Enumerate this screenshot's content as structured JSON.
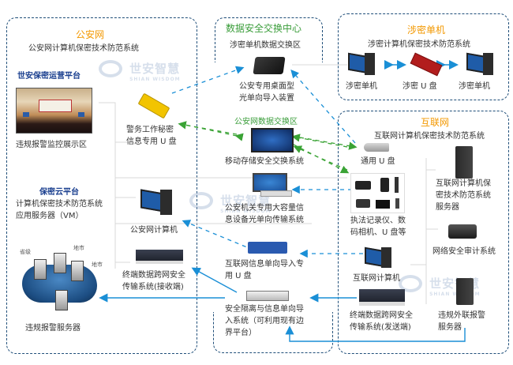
{
  "zones": {
    "public_security": {
      "title": "公安网",
      "subtitle": "公安网计算机保密技术防范系统"
    },
    "exchange_center": {
      "title": "数据安全交换中心",
      "subtitle": "涉密单机数据交换区"
    },
    "classified": {
      "title": "涉密单机",
      "subtitle": "涉密计算机保密技术防范系统"
    },
    "internet": {
      "title": "互联网",
      "subtitle": "互联网计算机保密技术防范系统"
    }
  },
  "watermark": {
    "cn": "世安智慧",
    "en": "SHIAN WISDOM"
  },
  "public_security": {
    "ops_platform_title": "世安保密运营平台",
    "monitor_label": "违规报警监控展示区",
    "cloud_platform_title": "保密云平台",
    "cloud_platform_desc": "计算机保密技术防范系统\n应用服务器（VM）",
    "cloud_tags": [
      "省级",
      "地市",
      "地市"
    ],
    "alarm_server_label": "违规报警服务器",
    "police_usb_label": "警务工作秘密\n信息专用 U 盘",
    "ps_computer_label": "公安网计算机",
    "receiver_label": "终端数据跨网安全\n传输系统(接收端)"
  },
  "exchange": {
    "optical_import_label": "公安专用桌面型\n光单向导入装置",
    "ps_exchange_zone_title": "公安网数据交换区",
    "mobile_storage_label": "移动存储安全交换系统",
    "large_capacity_label": "公安机关专用大容量信\n息设备光单向传输系统",
    "internet_usb_label": "互联网信息单向导入专\n用 U 盘",
    "isolation_label": "安全隔离与信息单向导\n入系统（可利用现有边\n界平台）"
  },
  "classified": {
    "left_pc_label": "涉密单机",
    "usb_label": "涉密 U 盘",
    "right_pc_label": "涉密单机"
  },
  "internet": {
    "generic_usb_label": "通用 U 盘",
    "devices_label": "执法记录仪、数\n码相机、U 盘等",
    "server_label": "互联网计算机保\n密技术防范系统\n服务器",
    "audit_label": "网络安全审计系统",
    "inet_computer_label": "互联网计算机",
    "sender_label": "终端数据跨网安全\n传输系统(发送端)",
    "outreach_server_label": "违规外联报警\n服务器"
  },
  "colors": {
    "zone_border": "#1f4e79",
    "orange_title": "#f39800",
    "green_title": "#3a9d3a",
    "blue_arrow": "#1a8fd6",
    "green_arrow": "#3aa335"
  }
}
